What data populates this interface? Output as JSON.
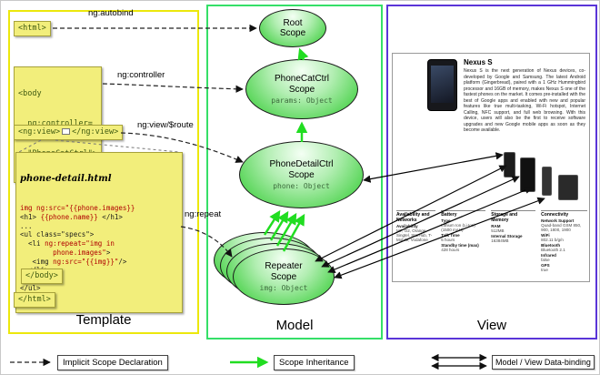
{
  "colors": {
    "template_border": "#ECE80C",
    "model_border": "#35DF68",
    "view_border": "#5A35D8",
    "scope_fill_green": "#4ED34E",
    "inheritance_green": "#21DD21",
    "note_yellow": "#F2EE7B",
    "code_red": "#B00000"
  },
  "panels": {
    "template_label": "Template",
    "model_label": "Model",
    "view_label": "View"
  },
  "arrow_labels": {
    "autobind": "ng:autobind",
    "controller": "ng:controller",
    "view_route": "ng:view/$route",
    "repeat": "ng:repeat"
  },
  "template": {
    "html_open": "<html>",
    "body_lines": [
      "<body",
      "  ng:controller=",
      "  \"PhoneCatCtrl\">"
    ],
    "ngview_open": "<ng:view>",
    "ngview_close": "</ng:view>",
    "code_title": "phone-detail.html",
    "code_lines": [
      [
        {
          "t": "img ng:src=\"{{phone.images}}",
          "c": "r"
        }
      ],
      [
        {
          "t": "<h1> ",
          "c": "k"
        },
        {
          "t": "{{phone.name}}",
          "c": "r"
        },
        {
          "t": " </h1>",
          "c": "k"
        }
      ],
      [
        {
          "t": "...",
          "c": "k"
        }
      ],
      [
        {
          "t": "<ul class=\"specs\">",
          "c": "k"
        }
      ],
      [
        {
          "t": "  <li ",
          "c": "k"
        },
        {
          "t": "ng:repeat=\"img in",
          "c": "r"
        }
      ],
      [
        {
          "t": "        phone.images\"",
          "c": "r"
        },
        {
          "t": ">",
          "c": "k"
        }
      ],
      [
        {
          "t": "   <img ",
          "c": "k"
        },
        {
          "t": "ng:src=\"{{img}}\"",
          "c": "r"
        },
        {
          "t": "/>",
          "c": "k"
        }
      ],
      [
        {
          "t": "  </li>",
          "c": "k"
        }
      ],
      [
        {
          "t": "...",
          "c": "k"
        }
      ],
      [
        {
          "t": "</ul>",
          "c": "k"
        }
      ]
    ],
    "body_close": "</body>",
    "html_close": "</html>"
  },
  "scopes": {
    "root": {
      "line1": "Root",
      "line2": "Scope"
    },
    "phonecat": {
      "line1": "PhoneCatCtrl",
      "line2": "Scope",
      "prop": "params: Object"
    },
    "phonedetail": {
      "line1": "PhoneDetailCtrl",
      "line2": "Scope",
      "prop": "phone: Object"
    },
    "repeater": {
      "line1": "Repeater",
      "line2": "Scope",
      "prop": "img: Object"
    }
  },
  "view_page": {
    "title": "Nexus S",
    "description": "Nexus S is the next generation of Nexus devices, co-developed by Google and Samsung. The latest Android platform (Gingerbread), paired with a 1 GHz Hummingbird processor and 16GB of memory, makes Nexus S one of the fastest phones on the market. It comes pre-installed with the best of Google apps and enabled with new and popular features like true multi-tasking, Wi-Fi hotspot, Internet Calling, NFC support, and full web browsing. With this device, users will also be the first to receive software upgrades and new Google mobile apps as soon as they become available.",
    "specs": [
      {
        "header": "Availability and Networks",
        "rows": [
          [
            "Availability",
            "M7, O2, Orange, Singtel, StarHub, T-Mobile, Vodafone"
          ]
        ]
      },
      {
        "header": "Battery",
        "rows": [
          [
            "Type",
            "Lithium Ion (Li-Ion) (1500 mAH)"
          ],
          [
            "Talk Time",
            "6 hours"
          ],
          [
            "Standby time (max)",
            "428 hours"
          ]
        ]
      },
      {
        "header": "Storage and Memory",
        "rows": [
          [
            "RAM",
            "512MB"
          ],
          [
            "Internal Storage",
            "16384MB"
          ]
        ]
      },
      {
        "header": "Connectivity",
        "rows": [
          [
            "Network Support",
            "Quad-band GSM 850, 900, 1800, 1900"
          ],
          [
            "WiFi",
            "802.11 b/g/n"
          ],
          [
            "Bluetooth",
            "Bluetooth 2.1"
          ],
          [
            "Infrared",
            "false"
          ],
          [
            "GPS",
            "true"
          ]
        ]
      }
    ]
  },
  "legend": [
    {
      "label": "Implicit Scope Declaration"
    },
    {
      "label": "Scope Inheritance"
    },
    {
      "label": "Model / View Data-binding"
    }
  ]
}
